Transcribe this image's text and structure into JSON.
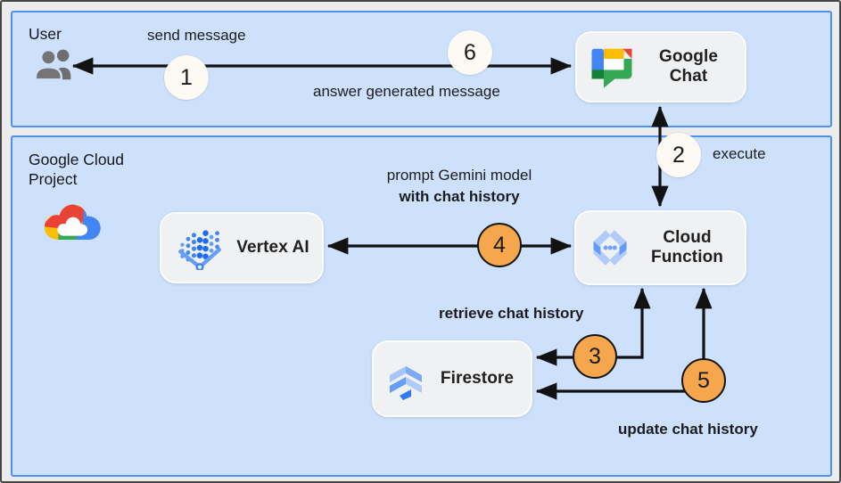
{
  "zones": {
    "user": {
      "label": "User"
    },
    "gcp": {
      "label": "Google Cloud Project"
    }
  },
  "nodes": {
    "google_chat": {
      "label": "Google Chat"
    },
    "vertex_ai": {
      "label": "Vertex AI"
    },
    "cloud_function": {
      "label": "Cloud Function"
    },
    "firestore": {
      "label": "Firestore"
    }
  },
  "edge_labels": {
    "send_message": "send message",
    "answer": "answer generated message",
    "execute": "execute",
    "prompt_line1": "prompt Gemini model",
    "prompt_line2": "with chat history",
    "retrieve": "retrieve chat history",
    "update": "update chat history"
  },
  "badges": {
    "b1": "1",
    "b2": "2",
    "b3": "3",
    "b4": "4",
    "b5": "5",
    "b6": "6"
  },
  "icons": {
    "users": "group-icon",
    "google_cloud": "google-cloud-logo",
    "google_chat": "google-chat-icon",
    "vertex_ai": "vertex-ai-icon",
    "cloud_function": "cloud-function-icon",
    "firestore": "firestore-icon"
  },
  "colors": {
    "zone_fill": "#cee1fc",
    "zone_border": "#4a90f5",
    "node_fill": "#f0f1f3",
    "badge_white": "#fcfaf3",
    "badge_orange": "#f6a64c",
    "arrow": "#121212",
    "google_blue": "#4285f4",
    "google_red": "#ea4335",
    "google_yellow": "#fbbc05",
    "google_green": "#34a853"
  }
}
